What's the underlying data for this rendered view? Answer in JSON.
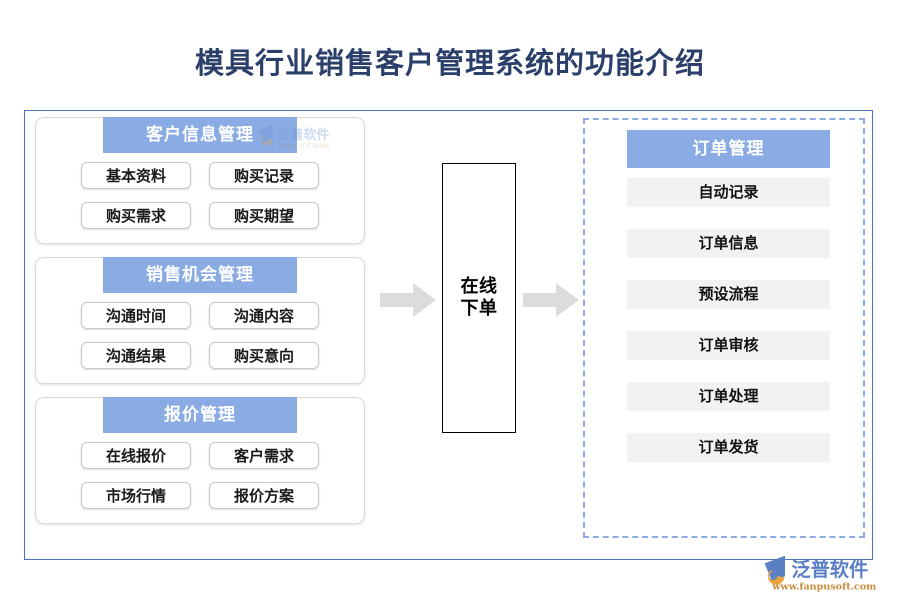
{
  "page": {
    "title": "模具行业销售客户管理系统的功能介绍",
    "title_color": "#2b3f6b",
    "background": "#ffffff"
  },
  "theme": {
    "header_blue": "#8aabe3",
    "frame_blue": "#4a72b8",
    "arrow_gray": "#dcdcdc",
    "item_gray": "#f2f2f2",
    "pill_border": "#c9c9c9"
  },
  "left_column": {
    "cards": [
      {
        "header": "客户信息管理",
        "items": [
          "基本资料",
          "购买记录",
          "购买需求",
          "购买期望"
        ],
        "watermark": {
          "name": "泛普软件",
          "sub": "FANPU SOFTWARE"
        }
      },
      {
        "header": "销售机会管理",
        "items": [
          "沟通时间",
          "沟通内容",
          "沟通结果",
          "购买意向"
        ]
      },
      {
        "header": "报价管理",
        "items": [
          "在线报价",
          "客户需求",
          "市场行情",
          "报价方案"
        ]
      }
    ]
  },
  "center": {
    "box_label_line1": "在线",
    "box_label_line2": "下单",
    "arrow_left_name": "arrow-right-gray",
    "arrow_right_name": "arrow-right-gray"
  },
  "right_panel": {
    "header": "订单管理",
    "items": [
      "自动记录",
      "订单信息",
      "预设流程",
      "订单审核",
      "订单处理",
      "订单发货"
    ]
  },
  "brand": {
    "name": "泛普软件",
    "url": "www.fanpusoft.com"
  }
}
